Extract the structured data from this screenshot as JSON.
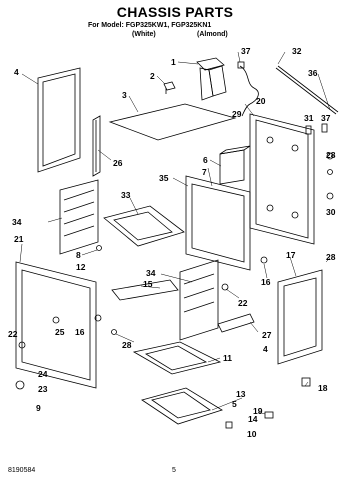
{
  "header": {
    "title": "CHASSIS PARTS",
    "model_line": "For Model: FGP325KW1, FGP325KN1",
    "variant_white": "(White)",
    "variant_almond": "(Almond)"
  },
  "footer": {
    "doc_number": "8190584",
    "page_number": "5"
  },
  "callouts": {
    "c1": "1",
    "c2": "2",
    "c3": "3",
    "c4a": "4",
    "c4b": "4",
    "c5": "5",
    "c6": "6",
    "c7": "7",
    "c8": "8",
    "c9": "9",
    "c10": "10",
    "c11": "11",
    "c12": "12",
    "c13": "13",
    "c14": "14",
    "c15": "15",
    "c16a": "16",
    "c16b": "16",
    "c17": "17",
    "c18": "18",
    "c19": "19",
    "c20": "20",
    "c21": "21",
    "c22a": "22",
    "c22b": "22",
    "c23": "23",
    "c24": "24",
    "c25": "25",
    "c26": "26",
    "c27": "27",
    "c28a": "28",
    "c28b": "28",
    "c28c": "28",
    "c29": "29",
    "c30": "30",
    "c31": "31",
    "c32": "32",
    "c33": "33",
    "c34a": "34",
    "c34b": "34",
    "c35": "35",
    "c36": "36",
    "c37a": "37",
    "c37b": "37"
  }
}
